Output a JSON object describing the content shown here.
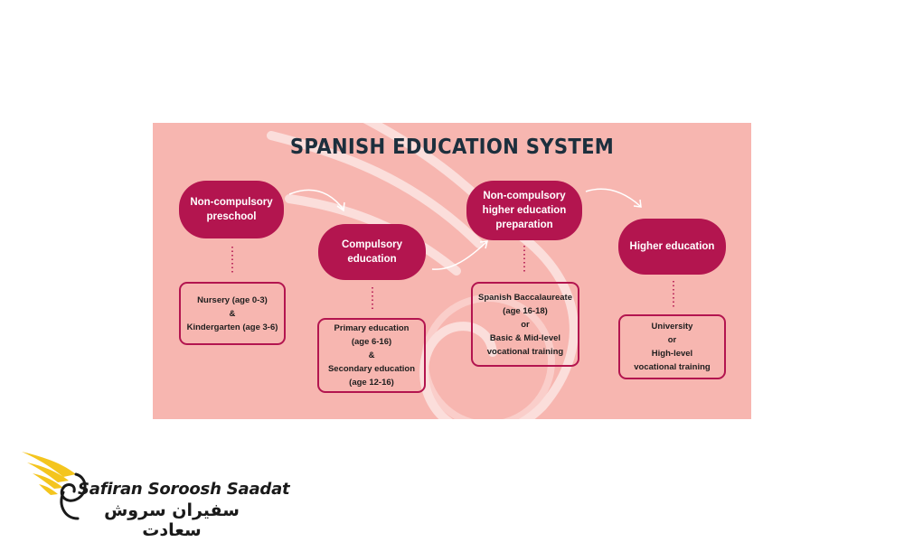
{
  "diagram": {
    "title": "SPANISH EDUCATION SYSTEM",
    "colors": {
      "background": "#f7b6b0",
      "accent": "#b3154f",
      "title": "#1c2f3d"
    },
    "stages": [
      {
        "label": "Non-compulsory\npreschool",
        "detail": "Nursery (age 0-3)\n&\nKindergarten (age 3-6)"
      },
      {
        "label": "Compulsory\neducation",
        "detail": "Primary education\n(age 6-16)\n&\nSecondary education\n(age 12-16)"
      },
      {
        "label": "Non-compulsory\nhigher education\npreparation",
        "detail": "Spanish Baccalaureate\n(age 16-18)\nor\nBasic & Mid-level\nvocational training"
      },
      {
        "label": "Higher education",
        "detail": "University\nor\nHigh-level\nvocational training"
      }
    ]
  },
  "watermark": {
    "brand_en": "Safiran Soroosh Saadat",
    "brand_fa": "سفیران سروش سعادت",
    "icon": "bird-wing-logo-icon"
  }
}
